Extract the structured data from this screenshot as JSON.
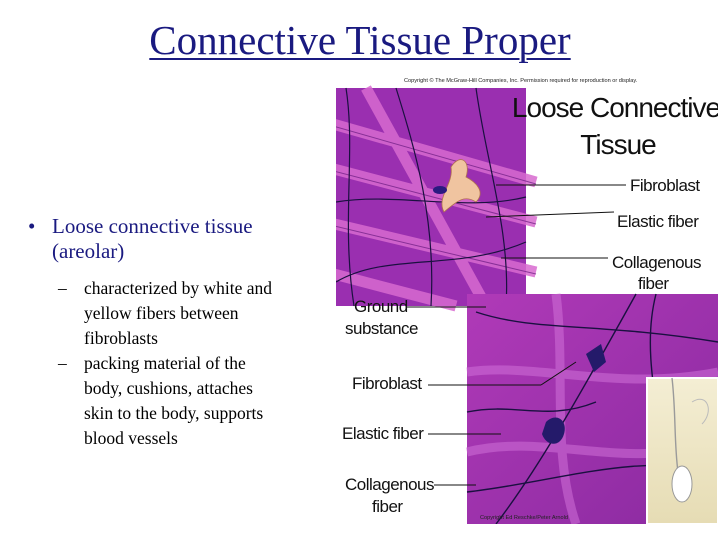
{
  "slide": {
    "title": "Connective Tissue Proper",
    "bullet": {
      "marker": "•",
      "text_line1": "Loose connective tissue",
      "text_line2": "(areolar)",
      "subitems": [
        {
          "marker": "–",
          "lines": [
            "characterized by white and",
            "yellow fibers between",
            "fibroblasts"
          ]
        },
        {
          "marker": "–",
          "lines": [
            "packing material of the",
            "body, cushions, attaches",
            "skin to the body, supports",
            "blood vessels"
          ]
        }
      ]
    }
  },
  "figure": {
    "copyright_top": "Copyright © The McGraw-Hill Companies, Inc. Permission required for reproduction or display.",
    "heading_line1": "Loose Connective",
    "heading_line2": "Tissue",
    "upper_labels": {
      "fibroblast": "Fibroblast",
      "elastic_fiber": "Elastic fiber",
      "collagenous_1": "Collagenous",
      "collagenous_2": "fiber"
    },
    "lower_labels": {
      "ground_1": "Ground",
      "ground_2": "substance",
      "fibroblast": "Fibroblast",
      "elastic_fiber": "Elastic fiber",
      "collagenous_1": "Collagenous",
      "collagenous_2": "fiber"
    },
    "copyright_bottom": "Copyright Ed Reschke/Peter Arnold"
  }
}
